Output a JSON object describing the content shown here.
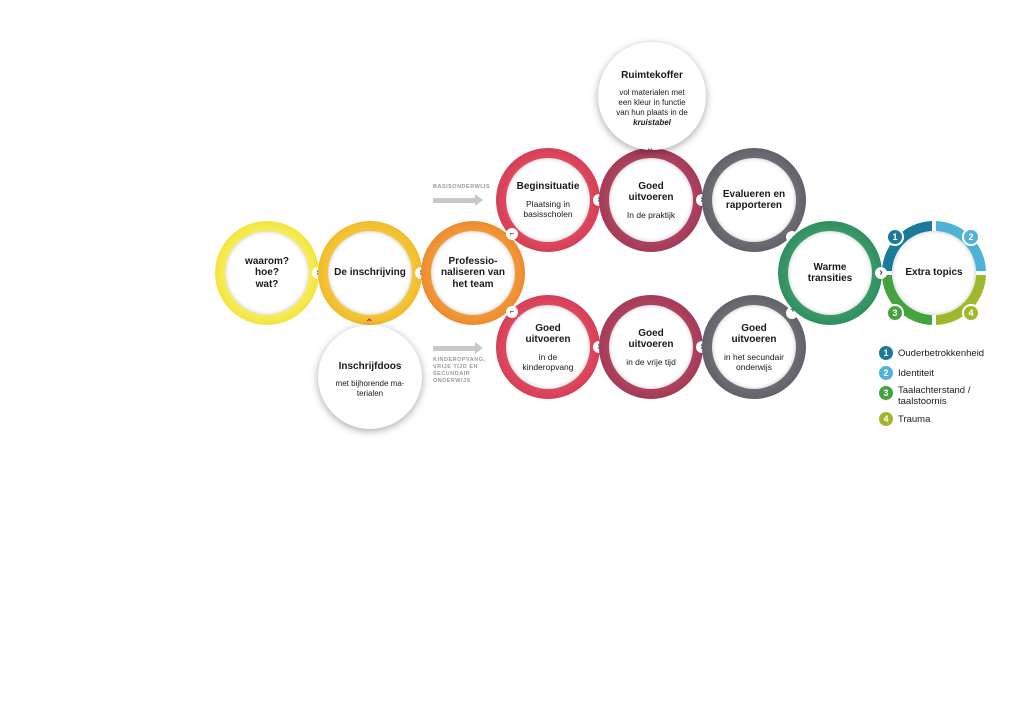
{
  "colors": {
    "yellow": "#f2df1c",
    "gold": "#f0b114",
    "orange": "#ec7f1a",
    "red": "#d2334a",
    "crimson": "#a0304e",
    "gray": "#5a5a62",
    "teal": "#2a8a5c",
    "topic1": "#1a7a9a",
    "topic2": "#4fb3d8",
    "topic3": "#45a33e",
    "topic4": "#9eb82e"
  },
  "nodes": {
    "waarom": {
      "title": "waarom?\nhoe?\nwat?"
    },
    "inschrijving": {
      "title": "De inschrijving"
    },
    "professionaliseren": {
      "title": "Professio-\nnaliseren van\nhet team"
    },
    "beginsituatie": {
      "title": "Beginsituatie",
      "sub": "Plaatsing in\nbasisscholen"
    },
    "goed_praktijk": {
      "title": "Goed\nuitvoeren",
      "sub": "In de praktijk"
    },
    "evalueren": {
      "title": "Evalueren en\nrapporteren"
    },
    "goed_kinderopvang": {
      "title": "Goed\nuitvoeren",
      "sub": "in de\nkinderopvang"
    },
    "goed_vrijetijd": {
      "title": "Goed\nuitvoeren",
      "sub": "in de vrije tijd"
    },
    "goed_secundair": {
      "title": "Goed\nuitvoeren",
      "sub": "in het secundair\nonderwijs"
    },
    "warme": {
      "title": "Warme\ntransities"
    },
    "extra": {
      "title": "Extra topics"
    }
  },
  "bubbles": {
    "ruimtekoffer": {
      "title": "Ruimtekoffer",
      "text_before": "vol materialen met\neen kleur in functie\nvan hun plaats in de\n",
      "text_italic": "kruistabel"
    },
    "inschrijfdoos": {
      "title": "Inschrijfdoos",
      "text": "met bijhorende ma-\nterialen"
    }
  },
  "arrows": {
    "top_label": "BASISONDERWIJS",
    "bottom_label": "KINDEROPVANG,\nVRIJE TIJD EN\nSECUNDAIR\nONDERWIJS"
  },
  "topic_numbers": [
    "1",
    "2",
    "3",
    "4"
  ],
  "legend": [
    {
      "num": "1",
      "label": "Ouderbetrokkenheid"
    },
    {
      "num": "2",
      "label": "Identiteit"
    },
    {
      "num": "3",
      "label": "Taalachterstand /\ntaalstoornis"
    },
    {
      "num": "4",
      "label": "Trauma"
    }
  ]
}
